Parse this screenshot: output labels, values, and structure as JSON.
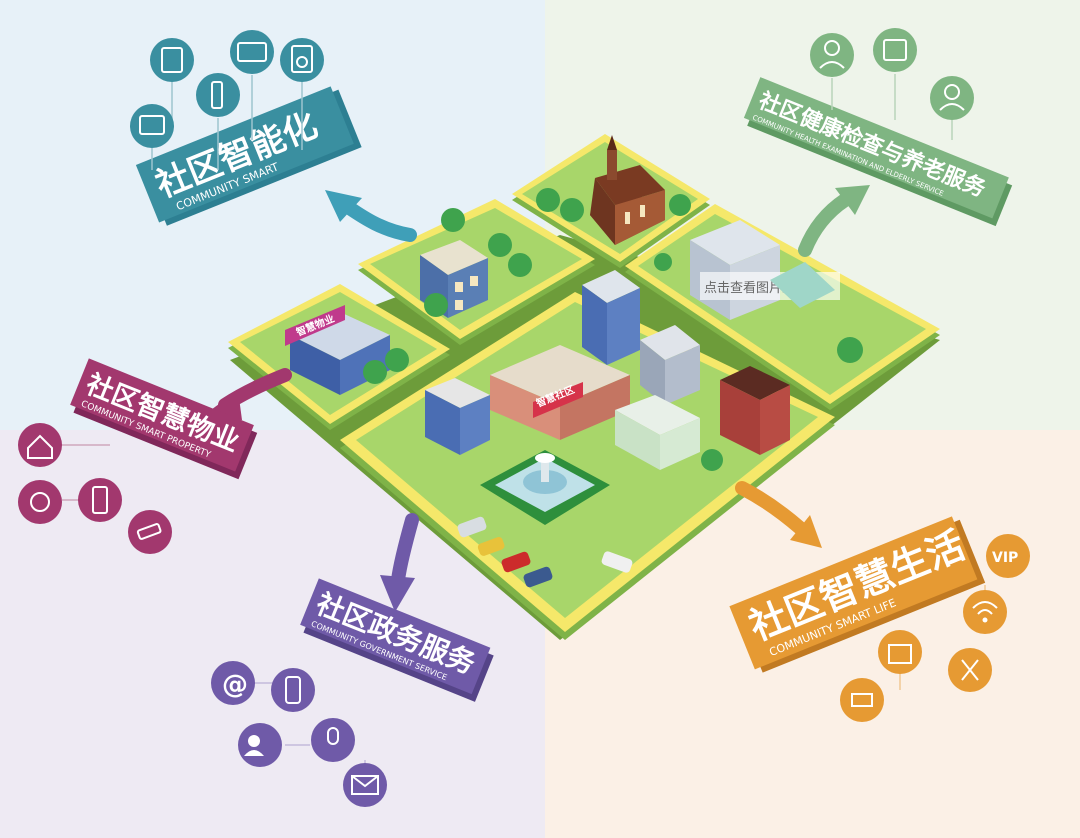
{
  "labels": {
    "smart": {
      "cn": "社区智能化",
      "en": "COMMUNITY SMART",
      "color": "#3a8fa0"
    },
    "health": {
      "cn": "社区健康检查与养老服务",
      "en": "COMMUNITY HEALTH EXAMINATION AND ELDERLY SERVICE",
      "color": "#7fb582"
    },
    "property": {
      "cn": "社区智慧物业",
      "en": "COMMUNITY SMART PROPERTY",
      "color": "#a2386e"
    },
    "gov": {
      "cn": "社区政务服务",
      "en": "COMMUNITY GOVERNMENT SERVICE",
      "color": "#6f5aa8"
    },
    "life": {
      "cn": "社区智慧生活",
      "en": "COMMUNITY SMART LIFE",
      "color": "#e69a33"
    }
  },
  "signs": {
    "property": "智慧物业",
    "community": "智慧社区",
    "watermark": "点击查看图片来源"
  },
  "icons": {
    "vip": "VIP",
    "at": "@"
  },
  "colors": {
    "grass": "#a8d66a",
    "grass_edge": "#7fb348",
    "border": "#f5e86a"
  }
}
